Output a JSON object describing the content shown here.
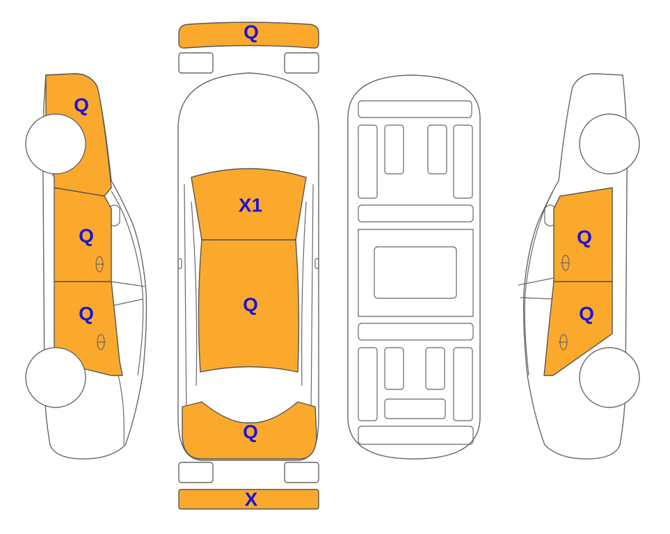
{
  "colors": {
    "damaged_fill": "#FBA92C",
    "label_color": "#1A14D6",
    "outline": "#666666"
  },
  "labels": {
    "front_bumper": "Q",
    "left_front_fender": "Q",
    "left_front_door": "Q",
    "left_rear_door": "Q",
    "windshield": "X1",
    "roof": "Q",
    "trunk": "Q",
    "rear_bumper": "X",
    "right_front_door": "Q",
    "right_rear_door": "Q"
  }
}
